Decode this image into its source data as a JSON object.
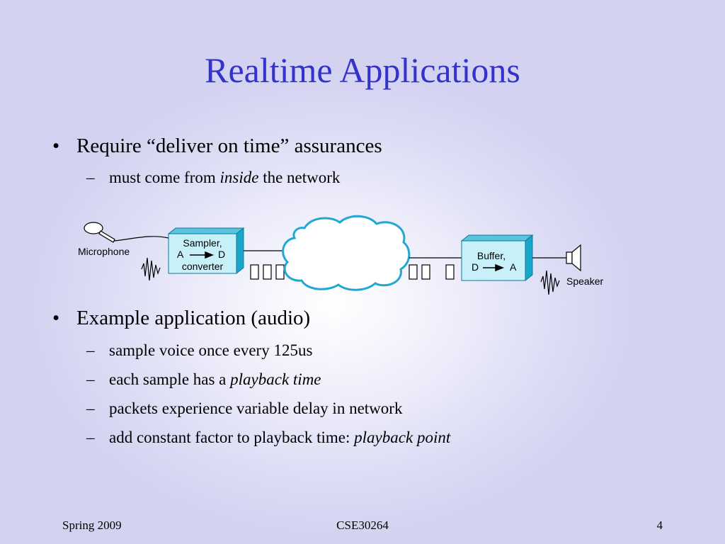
{
  "title": "Realtime Applications",
  "bullets": {
    "b1": {
      "marker": "•",
      "text": "Require “deliver on time” assurances"
    },
    "b1_sub": {
      "marker": "–",
      "pre": "must come from ",
      "em": "inside",
      "post": " the network"
    },
    "b2": {
      "marker": "•",
      "text": "Example application (audio)"
    },
    "b2_subs": [
      {
        "marker": "–",
        "pre": "sample voice once every 125us",
        "em": "",
        "post": ""
      },
      {
        "marker": "–",
        "pre": "each sample has a ",
        "em": "playback time",
        "post": ""
      },
      {
        "marker": "–",
        "pre": "packets experience variable delay in network",
        "em": "",
        "post": ""
      },
      {
        "marker": "–",
        "pre": "add constant factor to playback time: ",
        "em": "playback point",
        "post": ""
      }
    ]
  },
  "diagram": {
    "microphone": "Microphone",
    "sampler": {
      "line1": "Sampler,",
      "from": "A",
      "to": "D",
      "line3": "converter"
    },
    "buffer": {
      "line1": "Buffer,",
      "from": "D",
      "to": "A"
    },
    "speaker": "Speaker",
    "colors": {
      "box_front": "#c8f0f8",
      "box_side": "#1aa6c8",
      "cloud": "#ffffff",
      "cloud_edge": "#22a8d0"
    },
    "icons": [
      "microphone-icon",
      "speaker-icon",
      "waveform-icon",
      "packet-icon",
      "cloud-icon",
      "arrow-right-icon"
    ]
  },
  "footer": {
    "left": "Spring 2009",
    "center": "CSE30264",
    "right": "4"
  }
}
